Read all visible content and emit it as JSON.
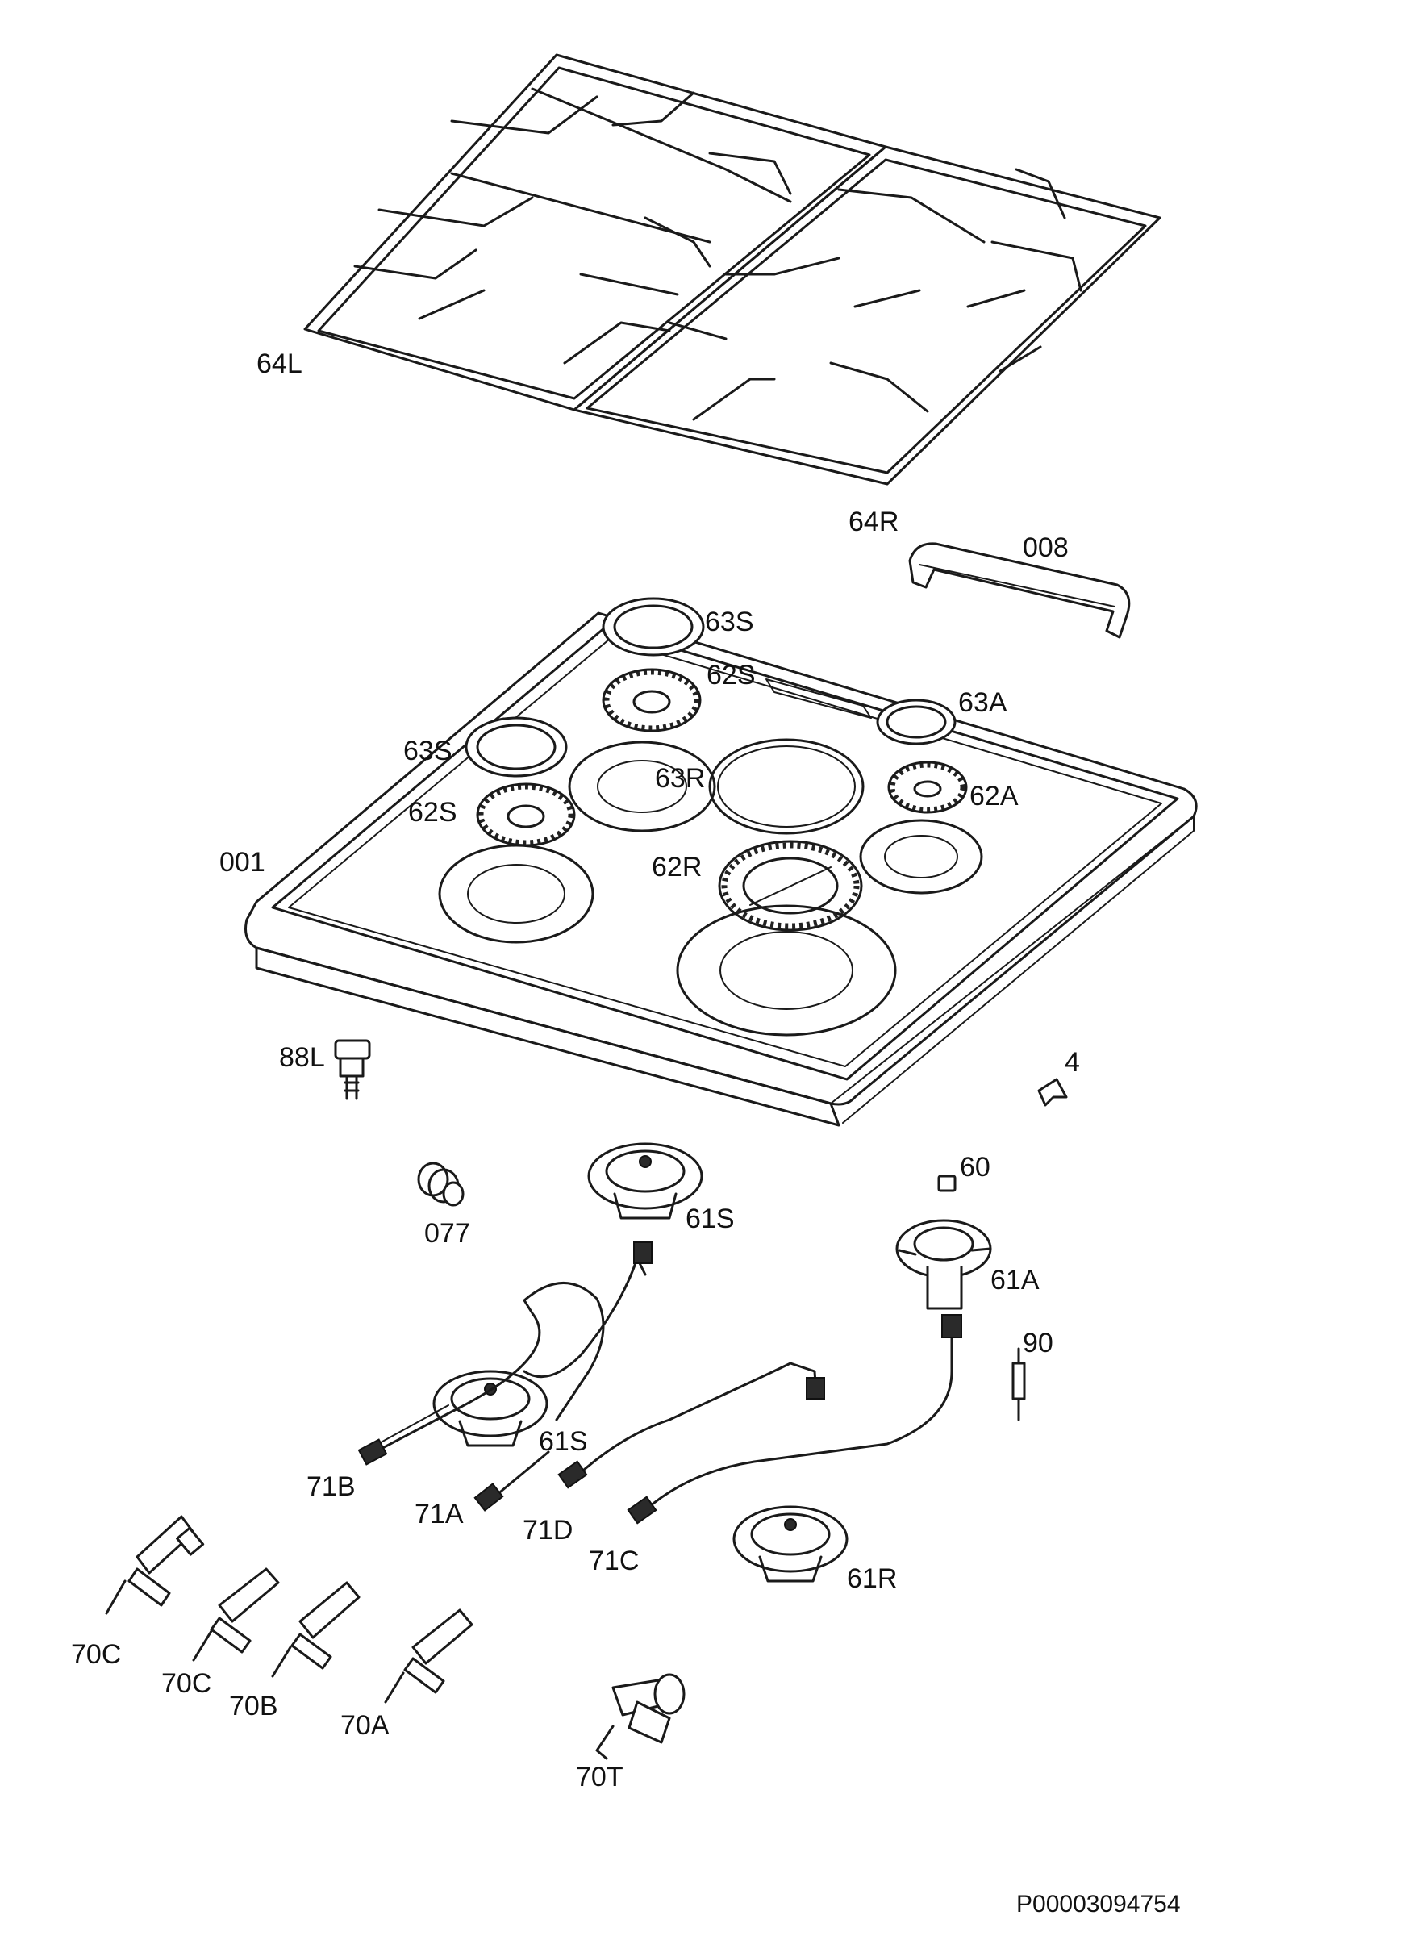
{
  "document": {
    "code": "P00003094754"
  },
  "labels": {
    "grid_left": "64L",
    "grid_right": "64R",
    "rail": "008",
    "cap_63S_top": "63S",
    "crown_62S_top": "62S",
    "cap_63A": "63A",
    "cap_63S_left": "63S",
    "cap_63R": "63R",
    "crown_62A": "62A",
    "crown_62S_left": "62S",
    "hob_001": "001",
    "crown_62R": "62R",
    "nozzle_88L": "88L",
    "clip_4": "4",
    "seal_077": "077",
    "burner_61S_top": "61S",
    "part_60": "60",
    "burner_61A": "61A",
    "thermocouple_90": "90",
    "burner_61S_mid": "61S",
    "pipe_71B": "71B",
    "pipe_71A": "71A",
    "pipe_71D": "71D",
    "pipe_71C": "71C",
    "burner_61R": "61R",
    "tap_70C_1": "70C",
    "tap_70C_2": "70C",
    "tap_70B": "70B",
    "tap_70A": "70A",
    "tap_70T": "70T"
  },
  "icons": {
    "grid": "pan-support-grid-icon",
    "rail": "rail-bracket-icon",
    "hob": "hob-top-plate-icon",
    "burner_cap": "burner-cap-icon",
    "burner_crown": "burner-crown-icon",
    "burner_base": "burner-base-icon",
    "pipe": "gas-pipe-icon",
    "tap": "gas-tap-icon",
    "nozzle": "nozzle-icon",
    "thermocouple": "thermocouple-icon",
    "clip": "clip-icon",
    "seal": "seal-icon"
  }
}
